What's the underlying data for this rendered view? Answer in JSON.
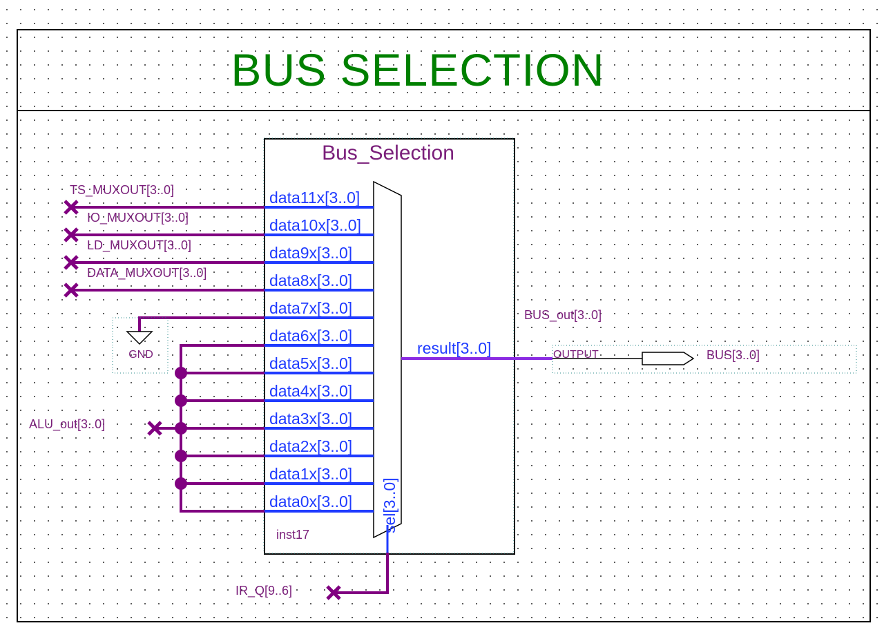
{
  "title": "BUS SELECTION",
  "block": {
    "name": "Bus_Selection",
    "instance": "inst17",
    "inputs": [
      "data11x[3..0]",
      "data10x[3..0]",
      "data9x[3..0]",
      "data8x[3..0]",
      "data7x[3..0]",
      "data6x[3..0]",
      "data5x[3..0]",
      "data4x[3..0]",
      "data3x[3..0]",
      "data2x[3..0]",
      "data1x[3..0]",
      "data0x[3..0]"
    ],
    "select": "sel[3..0]",
    "output": "result[3..0]"
  },
  "nets": {
    "ts": "TS_MUXOUT[3..0]",
    "io": "IO_MUXOUT[3..0]",
    "ld": "LD_MUXOUT[3..0]",
    "data": "DATA_MUXOUT[3..0]",
    "alu": "ALU_out[3..0]",
    "ir": "IR_Q[9..6]",
    "bus_out": "BUS_out[3..0]"
  },
  "gnd": {
    "label": "GND"
  },
  "output_pin": {
    "type": "OUTPUT",
    "name": "BUS[3..0]"
  },
  "colors": {
    "wire": "#800080",
    "port": "#1f3bff",
    "title": "#008000",
    "frame": "#000000"
  }
}
